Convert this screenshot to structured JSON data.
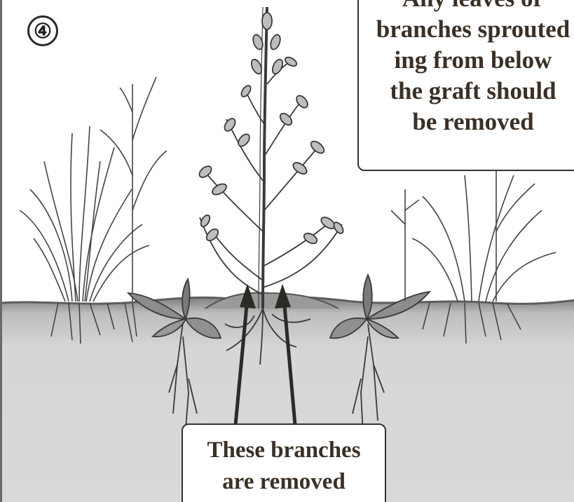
{
  "diagram": {
    "step_number": "④",
    "callout_top_lines": [
      "Any leaves or",
      "branches sprouted",
      "ing from below",
      "the graft should",
      "be removed"
    ],
    "callout_bottom_lines": [
      "These branches",
      "are removed"
    ]
  },
  "colors": {
    "soil": "#d4d4d4",
    "soil_surface": "#8a8a8a",
    "ink": "#3a3a3a",
    "text": "#3b3026",
    "arrow": "#2c2a25"
  },
  "icons": [
    "central-sapling-illustration",
    "grass-clump-illustration",
    "seedling-illustration",
    "arrow-icon"
  ]
}
